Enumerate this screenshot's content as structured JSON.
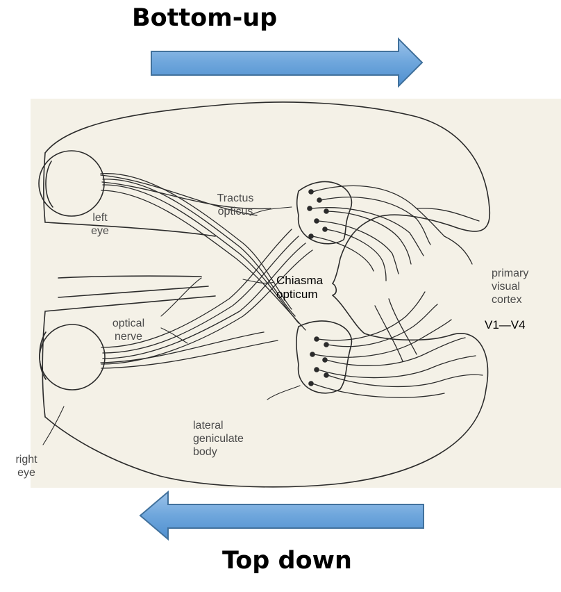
{
  "header": {
    "title": "Bottom-up"
  },
  "footer": {
    "title": "Top down"
  },
  "colors": {
    "arrow_fill": "#5b9bd5",
    "arrow_light": "#9cc3ea",
    "arrow_stroke": "#41719c",
    "panel_bg": "#f4f1e7",
    "line": "#2b2b2b"
  },
  "arrows": [
    {
      "name": "bottom-up-arrow",
      "direction": "right"
    },
    {
      "name": "top-down-arrow",
      "direction": "left"
    }
  ],
  "labels": {
    "left_eye": [
      "left",
      "eye"
    ],
    "tractus_opticus": [
      "Tractus",
      "opticus"
    ],
    "chiasma_opticum": [
      "Chiasma",
      "opticum"
    ],
    "optical_nerve": [
      "optical",
      "nerve"
    ],
    "primary_visual_cortex": [
      "primary",
      "visual",
      "cortex"
    ],
    "v1_v4": "V1—V4",
    "lateral_geniculate_body": [
      "lateral",
      "geniculate",
      "body"
    ],
    "right_eye": [
      "right",
      "eye"
    ]
  }
}
